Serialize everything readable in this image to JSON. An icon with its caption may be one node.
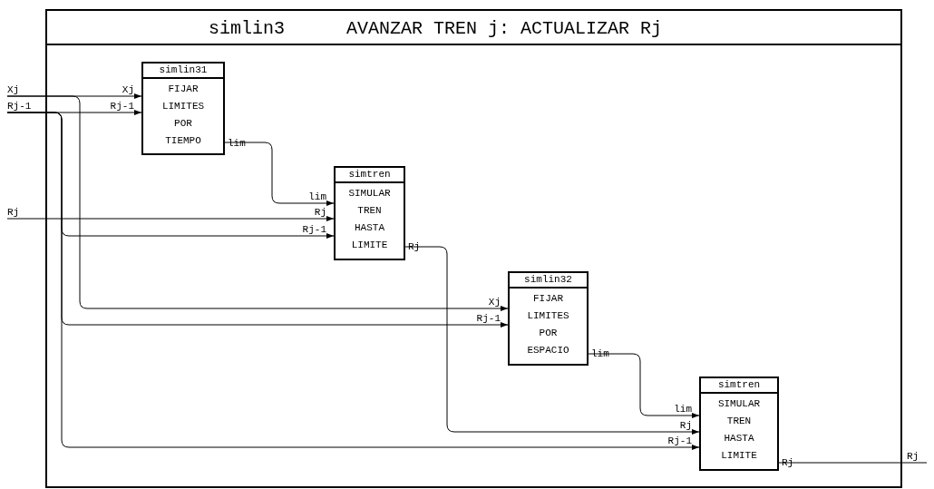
{
  "diagram": {
    "nodes": [
      {
        "text": [
          "simlin3",
          "AVANZAR TREN j: ACTUALIZAR Rj"
        ]
      },
      {
        "text": [
          "simlin31",
          "FIJAR LIMITES POR TIEMPO"
        ],
        "in": 0,
        "beside": [
          "lim"
        ]
      },
      {
        "text": [
          "simtren",
          "SIMULAR TREN HASTA LIMITE"
        ],
        "in": 0,
        "beside": [
          "Rj"
        ]
      },
      {
        "text": [
          "simlin32",
          "FIJAR LIMITES POR ESPACIO"
        ],
        "in": 0,
        "beside": [
          "lim"
        ]
      },
      {
        "text": [
          "simtren",
          "SIMULAR TREN HASTA LIMITE"
        ],
        "in": 0,
        "beside": [
          "Rj"
        ]
      },
      {
        "text": [
          "Xj"
        ]
      },
      {
        "text": [
          "Rj-1"
        ]
      },
      {
        "text": [
          "Rj"
        ]
      },
      {
        "text": [
          "Rj"
        ]
      }
    ],
    "edges": [
      {
        "from": 5,
        "to": 1,
        "arrow": "to",
        "label": "Xj"
      },
      {
        "from": 5,
        "to": 3,
        "arrow": "to",
        "label": "Xj"
      },
      {
        "from": 6,
        "to": 1,
        "arrow": "to",
        "label": "Rj-1"
      },
      {
        "from": 6,
        "to": 2,
        "arrow": "to",
        "label": "Rj-1"
      },
      {
        "from": 6,
        "to": 3,
        "arrow": "to",
        "label": "Rj-1"
      },
      {
        "from": 6,
        "to": 4,
        "arrow": "to",
        "label": "Rj-1"
      },
      {
        "from": 7,
        "to": 2,
        "arrow": "to",
        "label": "Rj"
      },
      {
        "from": 1,
        "to": 2,
        "arrow": "to",
        "label": "lim"
      },
      {
        "from": 2,
        "to": 4,
        "arrow": "to",
        "label": "Rj"
      },
      {
        "from": 3,
        "to": 4,
        "arrow": "to",
        "label": "lim"
      },
      {
        "from": 4,
        "to": 8,
        "arrow": "none"
      }
    ]
  }
}
